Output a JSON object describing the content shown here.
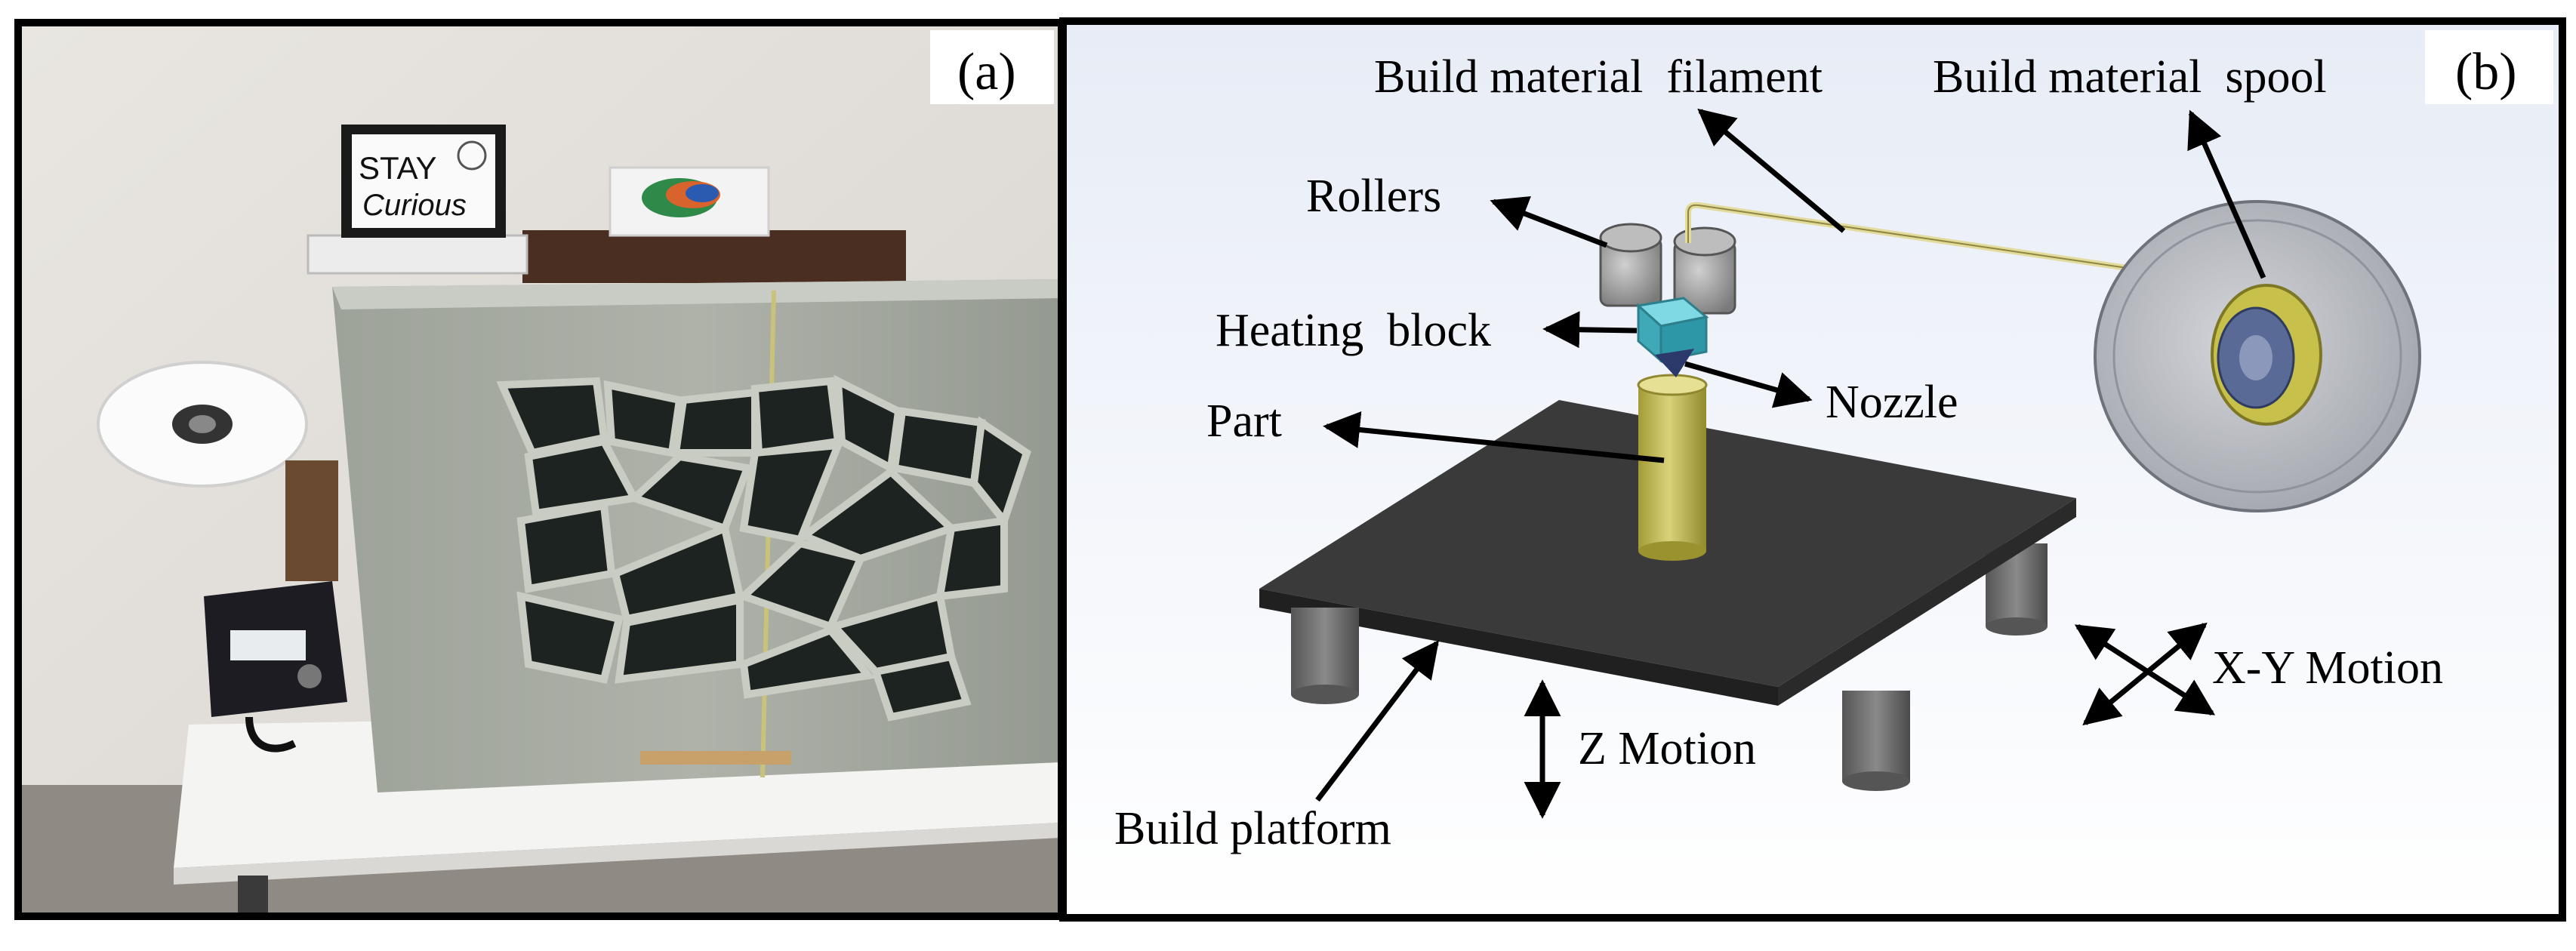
{
  "figure": {
    "panel_a": {
      "label": "(a)",
      "sign_line1": "STAY",
      "sign_line2": "Curious"
    },
    "panel_b": {
      "label": "(b)",
      "callouts": {
        "filament": "Build material  filament",
        "spool": "Build material  spool",
        "rollers": "Rollers",
        "heating_block": "Heating  block",
        "nozzle": "Nozzle",
        "part": "Part",
        "xy_motion": "X-Y Motion",
        "z_motion": "Z Motion",
        "build_platform": "Build platform"
      }
    }
  },
  "colors": {
    "frame": "#000000",
    "platform_top": "#3b3b3b",
    "platform_edge": "#202020",
    "part": "#c9c15a",
    "heating_block": "#48b8c8",
    "spool": "#b9bcc2"
  }
}
